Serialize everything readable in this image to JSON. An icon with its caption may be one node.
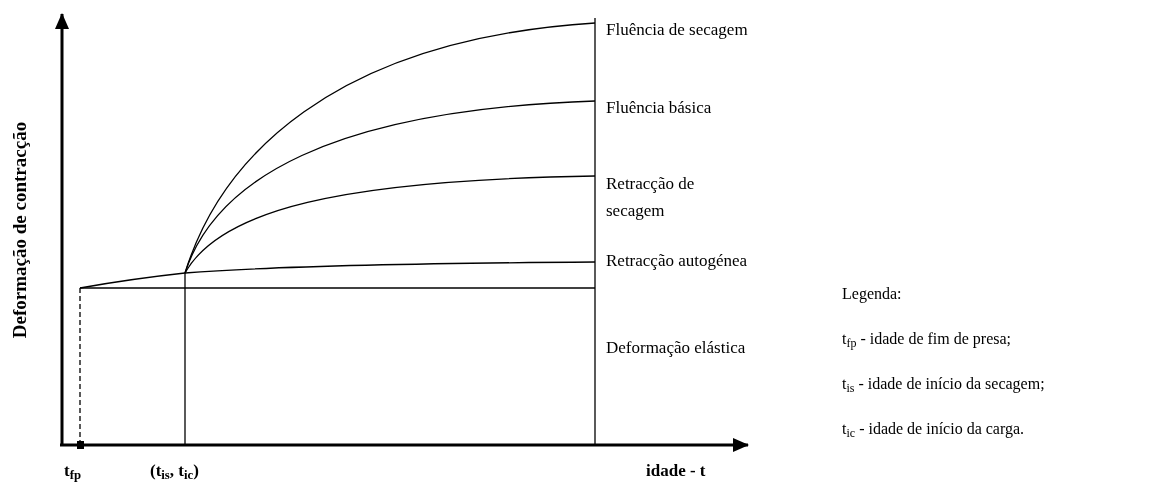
{
  "diagram": {
    "labels": [
      "Deformação de contracção",
      "Fluência de secagem",
      "Fluência básica",
      "Retracção de secagem",
      "Retracção autogénea",
      "Deformação elástica",
      "t$_{fp}$",
      "(t$_{is}$, t$_{ic}$)",
      "idade - t",
      "Legenda:",
      "t$_{fp}$ - idade de fim de presa;",
      "t$_{is}$ - idade de início da secagem;",
      "t$_{ic}$ - idade de início da carga."
    ]
  }
}
